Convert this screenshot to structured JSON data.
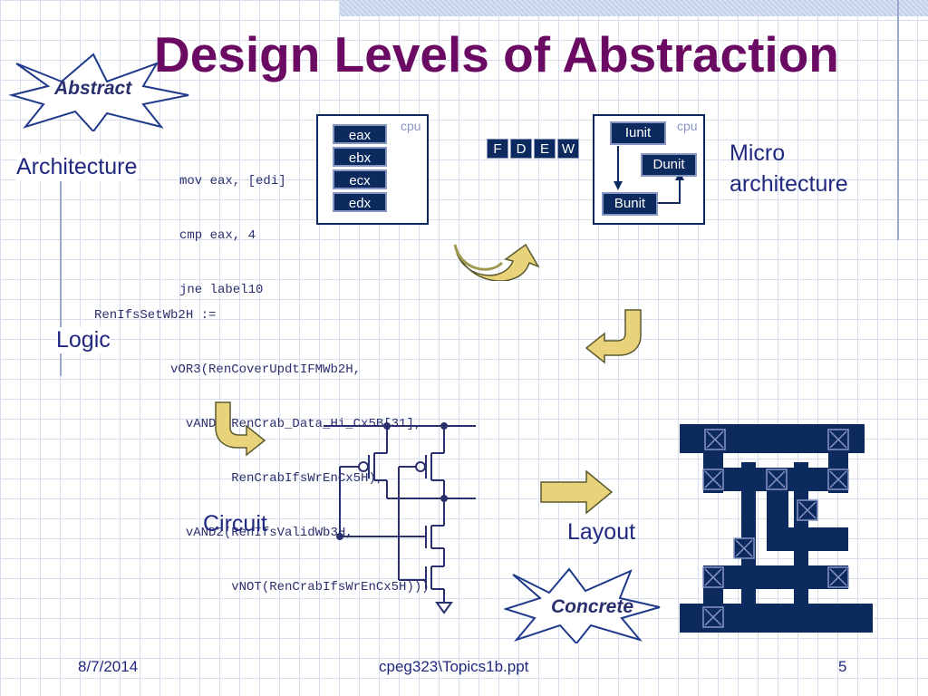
{
  "slide": {
    "title": "Design Levels of Abstraction",
    "stars": {
      "abstract": "Abstract",
      "concrete": "Concrete"
    },
    "labels": {
      "architecture": "Architecture",
      "micro_line1": "Micro",
      "micro_line2": "architecture",
      "logic": "Logic",
      "circuit": "Circuit",
      "layout": "Layout"
    },
    "asm": [
      "mov eax, [edi]",
      "cmp eax, 4",
      "jne label10"
    ],
    "cpu_label": "cpu",
    "registers": [
      "eax",
      "ebx",
      "ecx",
      "edx"
    ],
    "pipeline": [
      "F",
      "D",
      "E",
      "W"
    ],
    "units": {
      "i": "Iunit",
      "d": "Dunit",
      "b": "Bunit"
    },
    "logic_code": [
      "RenIfsSetWb2H :=",
      "          vOR3(RenCoverUpdtIFMWb2H,",
      "            vAND2(RenCrab_Data_Hi_Cx5B[31],",
      "                  RenCrabIfsWrEnCx5H),",
      "            vAND2(RenIfsValidWb3H,",
      "                  vNOT(RenCrabIfsWrEnCx5H)))"
    ],
    "footer": {
      "date": "8/7/2014",
      "file": "cpeg323\\Topics1b.ppt",
      "page": "5"
    },
    "colors": {
      "title": "#6b0a63",
      "text": "#202880",
      "block": "#0d2a5e",
      "arrow": "#e8d27a"
    }
  }
}
